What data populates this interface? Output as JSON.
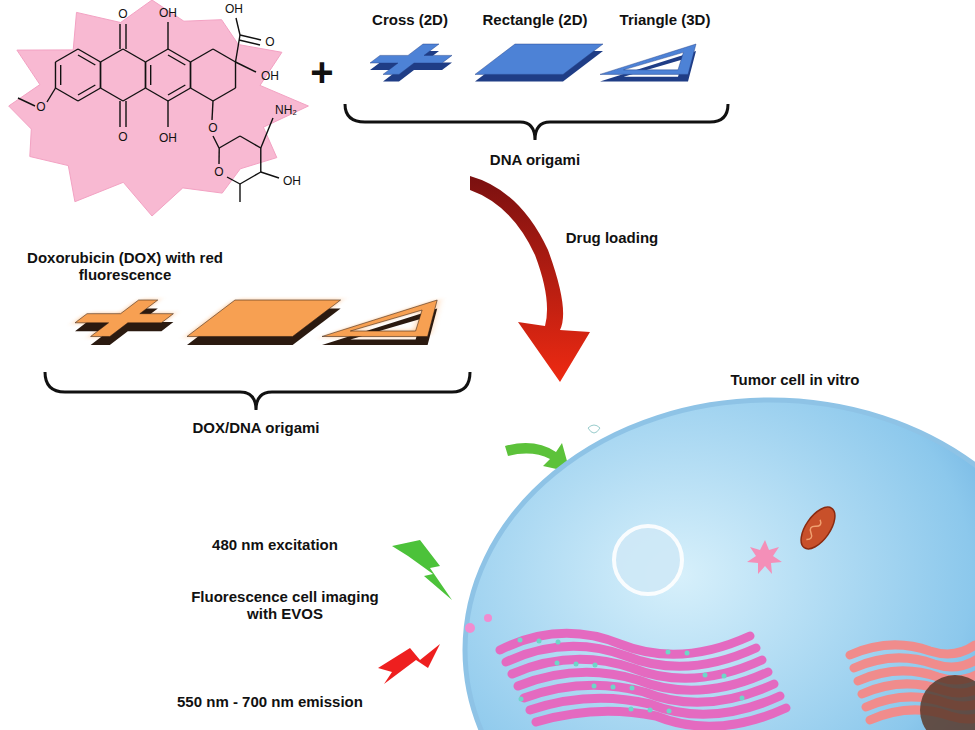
{
  "diagram": {
    "labels": [
      "O",
      "OH",
      "OH",
      "O",
      "OH",
      "O",
      "O",
      "OH",
      "O",
      "NH₂",
      "O",
      "OH",
      "Doxorubicin (DOX) with red fluorescence",
      "+",
      "Cross (2D)",
      "Rectangle (2D)",
      "Triangle (3D)",
      "DNA origami",
      "Drug loading",
      "DOX/DNA origami",
      "Tumor cell in vitro",
      "480 nm excitation",
      "Fluorescence cell imaging with EVOS",
      "550 nm - 700 nm emission"
    ]
  }
}
